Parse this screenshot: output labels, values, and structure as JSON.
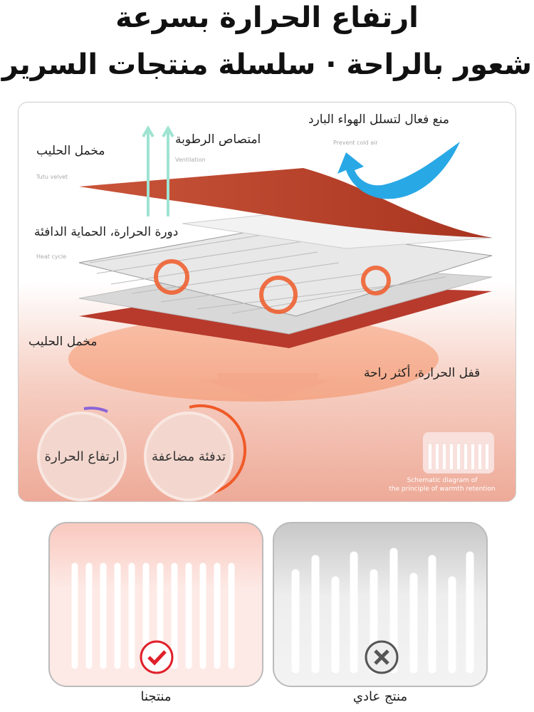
{
  "title": {
    "line1": "ارتفاع الحرارة بسرعة",
    "line2": "شعور بالراحة · سلسلة منتجات السرير"
  },
  "diagram": {
    "cold_air": {
      "label": "منع فعال لتسلل الهواء البارد",
      "sub": "Prevent cold air"
    },
    "moisture": {
      "label": "امتصاص الرطوبة",
      "sub": "Ventilation"
    },
    "top_layer": {
      "label": "مخمل الحليب",
      "sub": "Tutu velvet"
    },
    "heat_cycle": {
      "label": "دورة الحرارة، الحماية الدافئة",
      "sub": "Heat cycle"
    },
    "bottom_layer": {
      "label": "مخمل الحليب"
    },
    "heat_lock": {
      "label": "قفل الحرارة، أكثر راحة"
    },
    "badges": [
      {
        "label": "ارتفاع الحرارة"
      },
      {
        "label": "تدفئة مضاعفة"
      }
    ],
    "schematic_caption": [
      "Schematic diagram of",
      "the principle of warmth retention"
    ],
    "colors": {
      "layer_red": "#c0432a",
      "arrow_blue": "#29a8e6",
      "accent_orange": "#f05a28"
    }
  },
  "comparison": {
    "ours": {
      "label": "منتجنا",
      "status": "check-icon"
    },
    "regular": {
      "label": "منتج عادي",
      "status": "cross-icon"
    }
  }
}
